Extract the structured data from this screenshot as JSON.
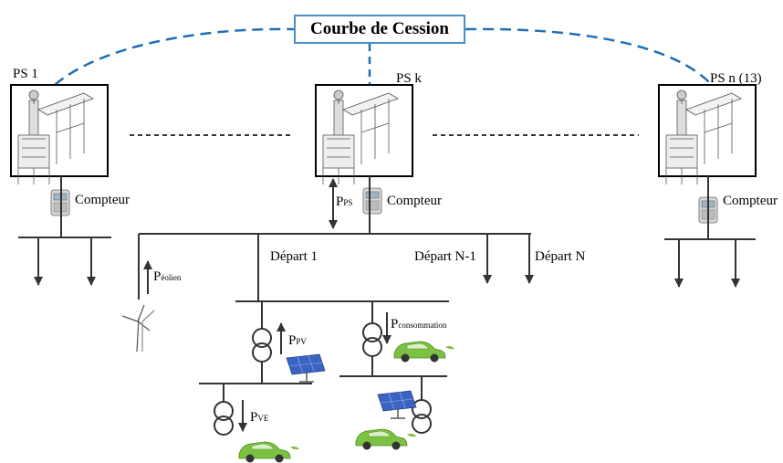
{
  "title": "Courbe de Cession",
  "substations": [
    {
      "label": "PS 1"
    },
    {
      "label": "PS k"
    },
    {
      "label": "PS n (13)"
    }
  ],
  "meter_label": "Compteur",
  "feeders": {
    "depart_1": "Départ 1",
    "depart_n_minus_1": "Départ N-1",
    "depart_n": "Départ N"
  },
  "powers": {
    "p_ps": {
      "main": "P",
      "sub": "PS"
    },
    "p_eolien": {
      "main": "P",
      "sub": "éolien"
    },
    "p_pv": {
      "main": "P",
      "sub": "PV"
    },
    "p_consommation": {
      "main": "P",
      "sub": "consommation"
    },
    "p_ve": {
      "main": "P",
      "sub": "VE"
    }
  },
  "colors": {
    "dashed_link": "#1f6fb5",
    "title_border": "#4a90c8",
    "line": "#3a3a3a",
    "car_green": "#7cc242",
    "panel_blue": "#3b63c4"
  }
}
